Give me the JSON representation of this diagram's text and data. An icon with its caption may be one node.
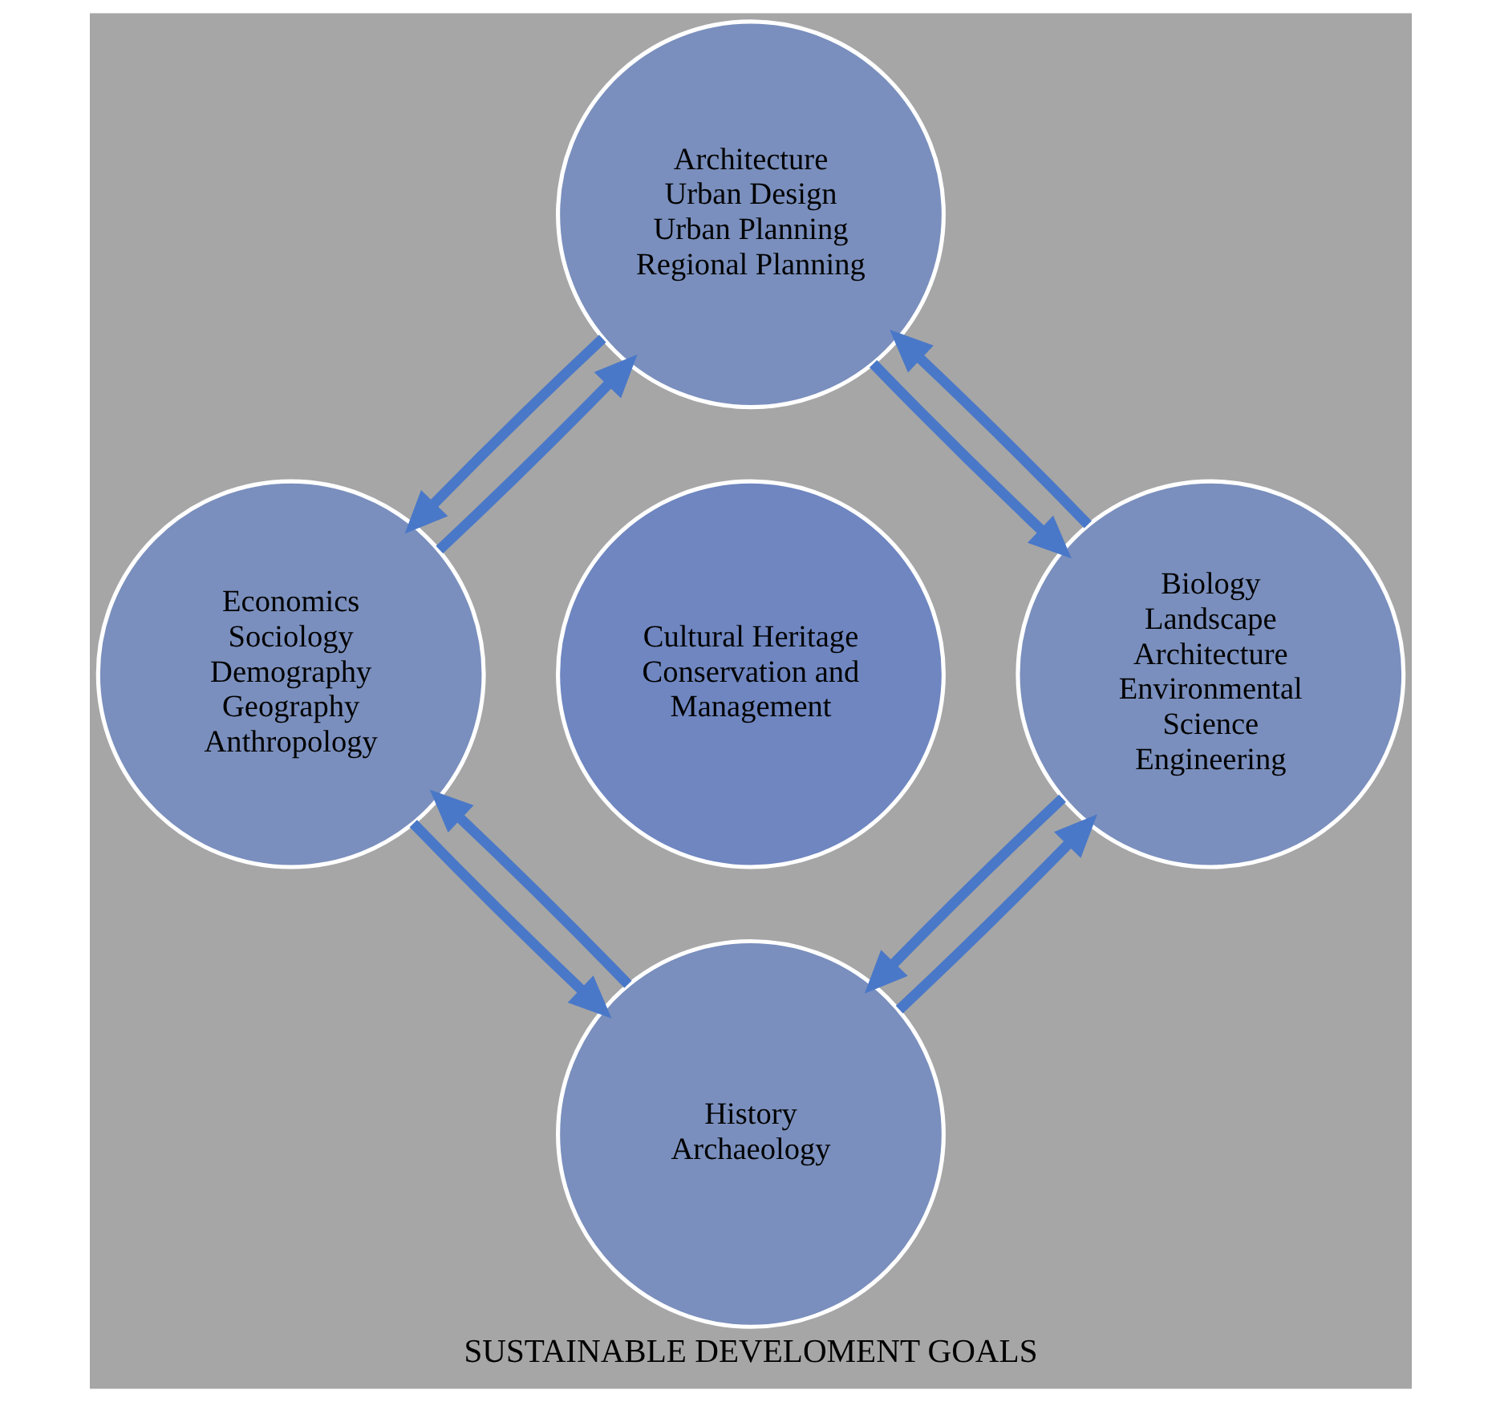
{
  "diagram": {
    "caption": "SUSTAINABLE DEVELOMENT GOALS",
    "nodes": [
      {
        "text": [
          "Architecture",
          "Urban Design",
          "Urban Planning",
          "Regional Planning"
        ]
      },
      {
        "text": [
          "Economics",
          "Sociology",
          "Demography",
          "Geography",
          "Anthropology"
        ]
      },
      {
        "text": [
          "Cultural Heritage Conservation and Management"
        ]
      },
      {
        "text": [
          "Biology",
          "Landscape Architecture",
          "Environmental Science",
          "Engineering"
        ]
      },
      {
        "text": [
          "History",
          "Archaeology"
        ]
      }
    ],
    "edges": [
      {
        "from": 1,
        "to": 0,
        "arrow": "to"
      },
      {
        "from": 0,
        "to": 3,
        "arrow": "to"
      },
      {
        "from": 3,
        "to": 4,
        "arrow": "to"
      },
      {
        "from": 4,
        "to": 1,
        "arrow": "to"
      },
      {
        "from": 0,
        "to": 1,
        "arrow": "to"
      },
      {
        "from": 3,
        "to": 0,
        "arrow": "to"
      },
      {
        "from": 4,
        "to": 3,
        "arrow": "to"
      },
      {
        "from": 1,
        "to": 4,
        "arrow": "to"
      }
    ]
  }
}
